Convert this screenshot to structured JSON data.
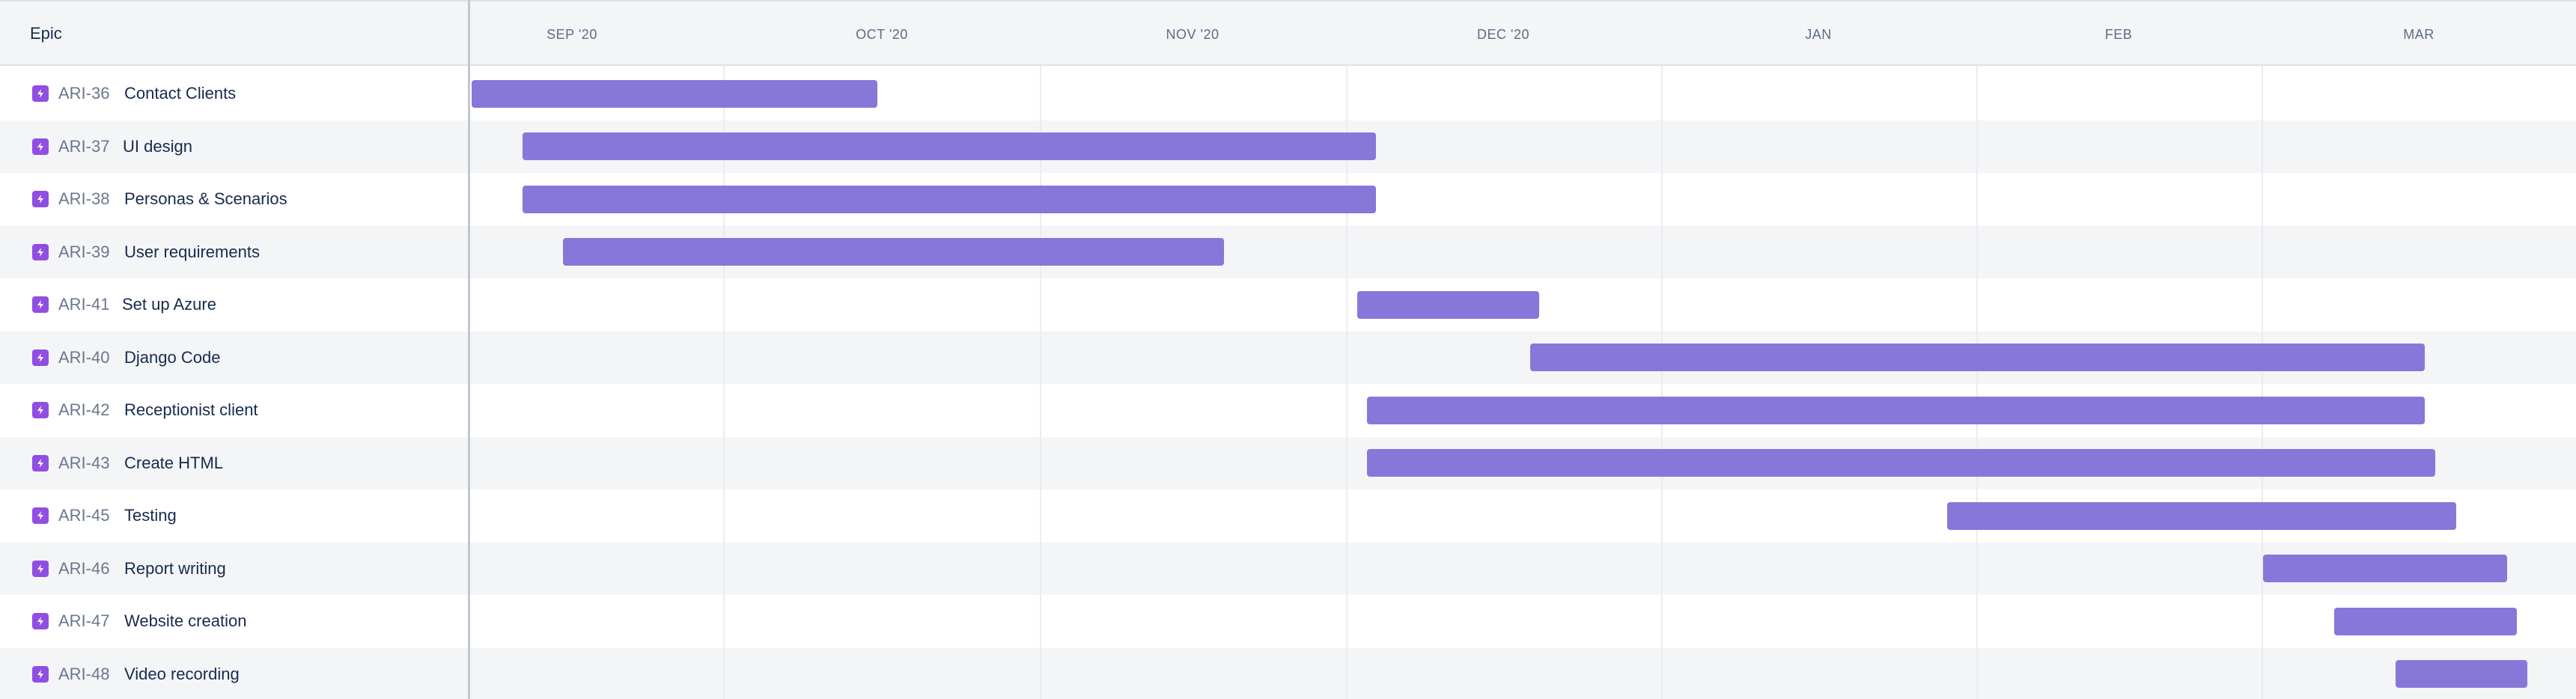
{
  "header": {
    "epic_label": "Epic",
    "months": [
      "SEP '20",
      "OCT '20",
      "NOV '20",
      "DEC '20",
      "JAN",
      "FEB",
      "MAR"
    ]
  },
  "epics": [
    {
      "key": "ARI-36",
      "title": "Contact Clients",
      "icon": "lightning-epic-icon"
    },
    {
      "key": "ARI-37",
      "title": "UI design",
      "icon": "lightning-epic-icon"
    },
    {
      "key": "ARI-38",
      "title": "Personas & Scenarios",
      "icon": "lightning-epic-icon"
    },
    {
      "key": "ARI-39",
      "title": "User requirements",
      "icon": "lightning-epic-icon"
    },
    {
      "key": "ARI-41",
      "title": "Set up Azure",
      "icon": "lightning-epic-icon"
    },
    {
      "key": "ARI-40",
      "title": "Django Code",
      "icon": "lightning-epic-icon"
    },
    {
      "key": "ARI-42",
      "title": "Receptionist client",
      "icon": "lightning-epic-icon"
    },
    {
      "key": "ARI-43",
      "title": "Create HTML",
      "icon": "lightning-epic-icon"
    },
    {
      "key": "ARI-45",
      "title": "Testing",
      "icon": "lightning-epic-icon"
    },
    {
      "key": "ARI-46",
      "title": "Report writing",
      "icon": "lightning-epic-icon"
    },
    {
      "key": "ARI-47",
      "title": "Website creation",
      "icon": "lightning-epic-icon"
    },
    {
      "key": "ARI-48",
      "title": "Video recording",
      "icon": "lightning-epic-icon"
    }
  ],
  "colors": {
    "bar": "#8777d9",
    "epic_icon": "#904ee2",
    "row_alt": "#f4f5f7"
  }
}
